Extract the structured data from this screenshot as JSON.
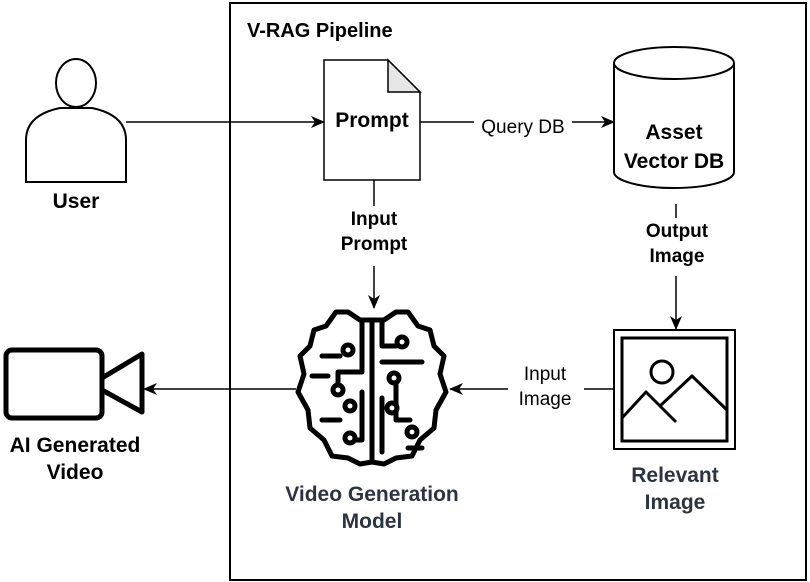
{
  "pipeline": {
    "title": "V-RAG Pipeline"
  },
  "nodes": {
    "user": {
      "label": "User",
      "icon": "user-icon"
    },
    "prompt": {
      "label": "Prompt",
      "icon": "document-icon"
    },
    "asset_db": {
      "label": "Asset\nVector DB",
      "icon": "database-icon"
    },
    "model": {
      "label": "Video Generation\nModel",
      "icon": "brain-circuit-icon"
    },
    "relevant_image": {
      "label": "Relevant\nImage",
      "icon": "image-icon"
    },
    "ai_video": {
      "label": "AI Generated\nVideo",
      "icon": "video-camera-icon"
    }
  },
  "edges": {
    "query_db": "Query DB",
    "input_prompt": "Input\nPrompt",
    "output_image": "Output\nImage",
    "input_image": "Input\nImage"
  },
  "colors": {
    "stroke": "#000000",
    "label_dark": "#2b3441",
    "background": "#ffffff"
  }
}
